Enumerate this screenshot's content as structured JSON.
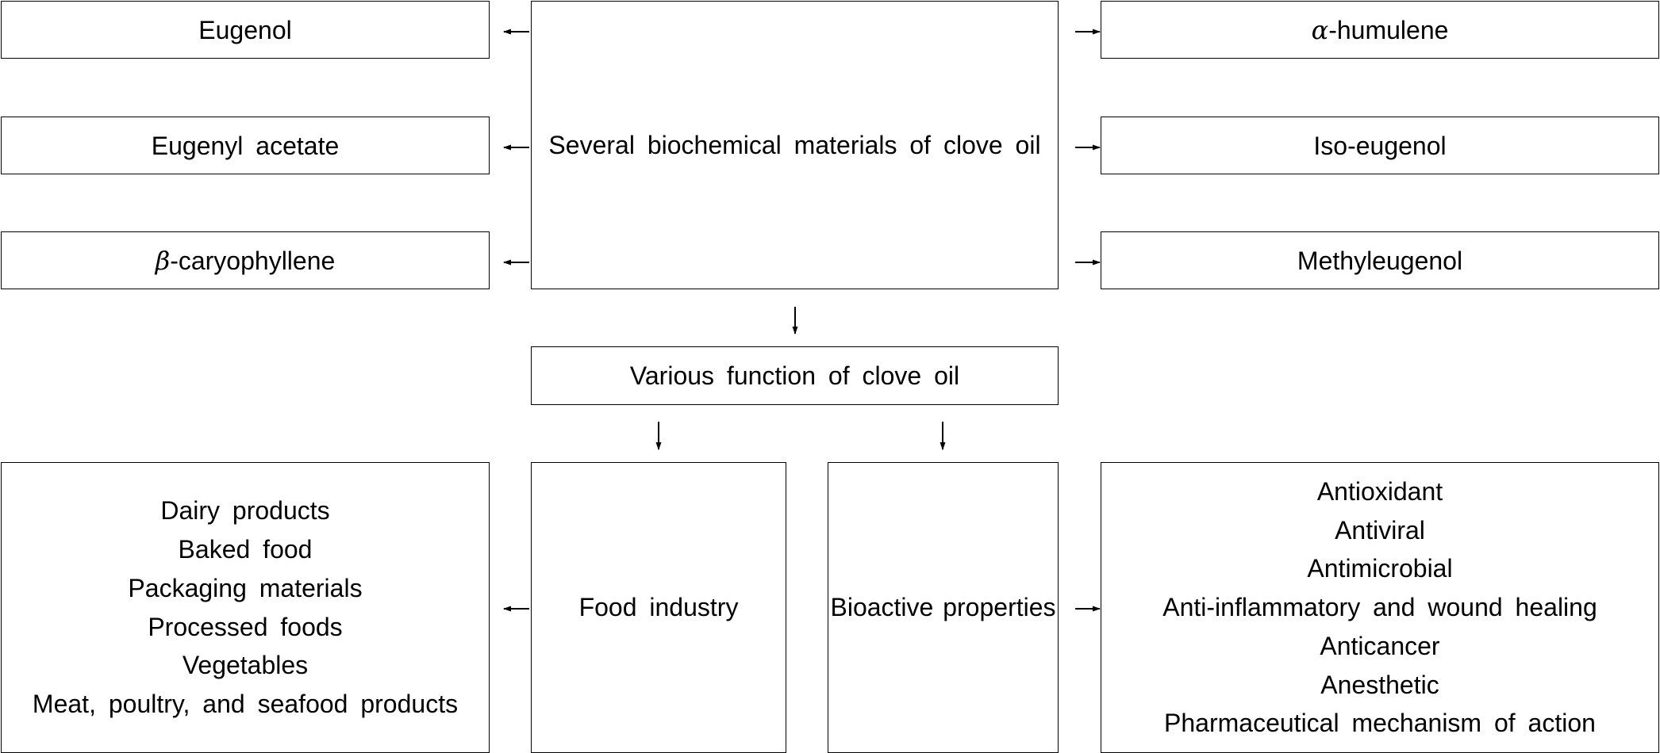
{
  "center": {
    "label": "Several biochemical materials of clove oil"
  },
  "components_left": [
    {
      "greek": "",
      "text": "Eugenol"
    },
    {
      "greek": "",
      "text": "Eugenyl acetate"
    },
    {
      "greek": "β",
      "text": "-caryophyllene"
    }
  ],
  "components_right": [
    {
      "greek": "α",
      "text": "-humulene"
    },
    {
      "greek": "",
      "text": "Iso-eugenol"
    },
    {
      "greek": "",
      "text": "Methyleugenol"
    }
  ],
  "functions": {
    "label": "Various function of clove oil"
  },
  "food_industry": {
    "label": "Food industry",
    "items": [
      "Dairy products",
      "Baked food",
      "Packaging materials",
      "Processed foods",
      "Vegetables",
      "Meat, poultry, and seafood products"
    ]
  },
  "bioactive": {
    "label": "Bioactive properties",
    "items": [
      "Antioxidant",
      "Antiviral",
      "Antimicrobial",
      "Anti-inflammatory and wound healing",
      "Anticancer",
      "Anesthetic",
      "Pharmaceutical mechanism of action"
    ]
  }
}
